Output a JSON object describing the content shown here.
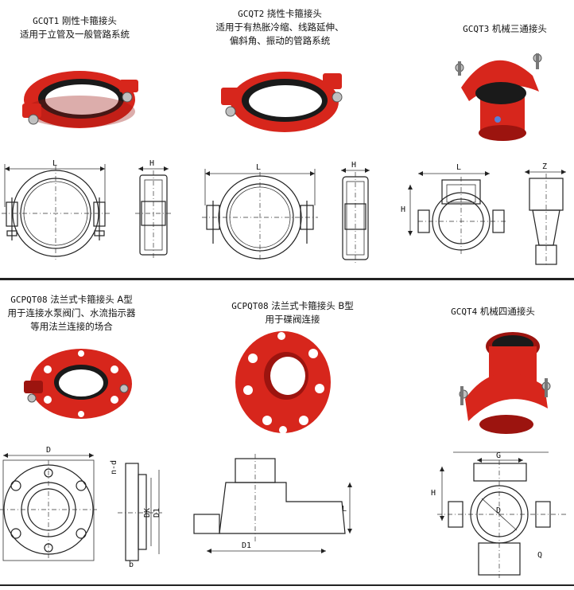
{
  "products": [
    {
      "code": "GCQT1",
      "name": "刚性卡箍接头",
      "desc": [
        "适用于立管及一般管路系统"
      ],
      "dims": [
        "L",
        "H"
      ]
    },
    {
      "code": "GCQT2",
      "name": "挠性卡箍接头",
      "desc": [
        "适用于有热胀冷缩、线路延伸、",
        "偏斜角、振动的管路系统"
      ],
      "dims": [
        "L",
        "H"
      ]
    },
    {
      "code": "GCQT3",
      "name": "机械三通接头",
      "desc": [],
      "dims": [
        "L",
        "H",
        "Z"
      ]
    },
    {
      "code": "GCPQT08",
      "name": "法兰式卡箍接头 A型",
      "desc": [
        "用于连接水泵阀门、水流指示器",
        "等用法兰连接的场合"
      ],
      "dims": [
        "D",
        "n-d",
        "DK",
        "D1",
        "b"
      ]
    },
    {
      "code": "GCPQT08",
      "name": "法兰式卡箍接头 B型",
      "desc": [
        "用于碟阀连接"
      ],
      "dims": [
        "L",
        "D1"
      ]
    },
    {
      "code": "GCQT4",
      "name": "机械四通接头",
      "desc": [],
      "dims": [
        "G",
        "H",
        "D",
        "Q"
      ]
    }
  ],
  "colors": {
    "product_red": "#d7261c",
    "dark_red": "#9c140f",
    "rubber": "#1a1a1a",
    "divider": "#222222"
  }
}
